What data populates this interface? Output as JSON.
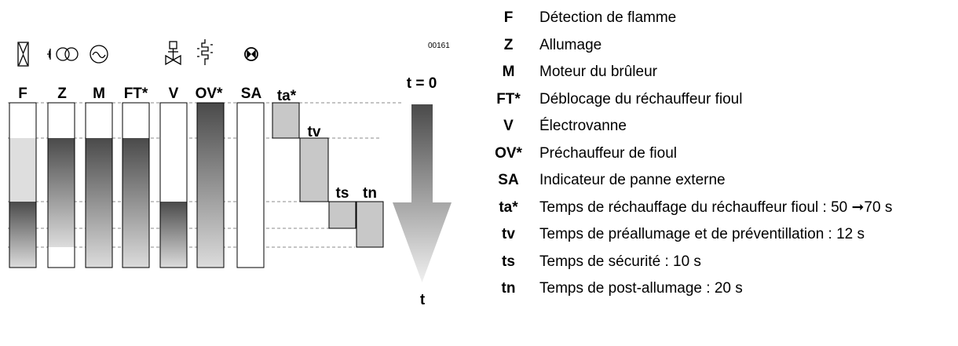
{
  "reference": "00161",
  "time_start_label": "t = 0",
  "time_axis_label": "t",
  "columns": [
    {
      "code": "F",
      "icon": "flame-detector-icon"
    },
    {
      "code": "Z",
      "icon": "ignition-transformer-icon"
    },
    {
      "code": "M",
      "icon": "motor-icon"
    },
    {
      "code": "FT*",
      "icon": "oil-heater-release-icon"
    },
    {
      "code": "V",
      "icon": "solenoid-valve-icon"
    },
    {
      "code": "OV*",
      "icon": "oil-preheater-icon"
    },
    {
      "code": "SA",
      "icon": "external-fault-indicator-icon"
    }
  ],
  "phases": [
    "ta*",
    "tv",
    "ts",
    "tn"
  ],
  "legend": [
    {
      "code": "F",
      "desc": "Détection de flamme"
    },
    {
      "code": "Z",
      "desc": "Allumage"
    },
    {
      "code": "M",
      "desc": "Moteur du brûleur"
    },
    {
      "code": "FT*",
      "desc": "Déblocage du réchauffeur fioul"
    },
    {
      "code": "V",
      "desc": "Électrovanne"
    },
    {
      "code": "OV*",
      "desc": "Préchauffeur de fioul"
    },
    {
      "code": "SA",
      "desc": "Indicateur de panne externe"
    },
    {
      "code": "ta*",
      "desc": "Temps de réchauffage du réchauffeur fioul : 50 ➞70 s"
    },
    {
      "code": "tv",
      "desc": "Temps de préallumage et de préventillation : 12 s"
    },
    {
      "code": "ts",
      "desc": "Temps de sécurité : 10 s"
    },
    {
      "code": "tn",
      "desc": "Temps de post-allumage : 20 s"
    }
  ]
}
